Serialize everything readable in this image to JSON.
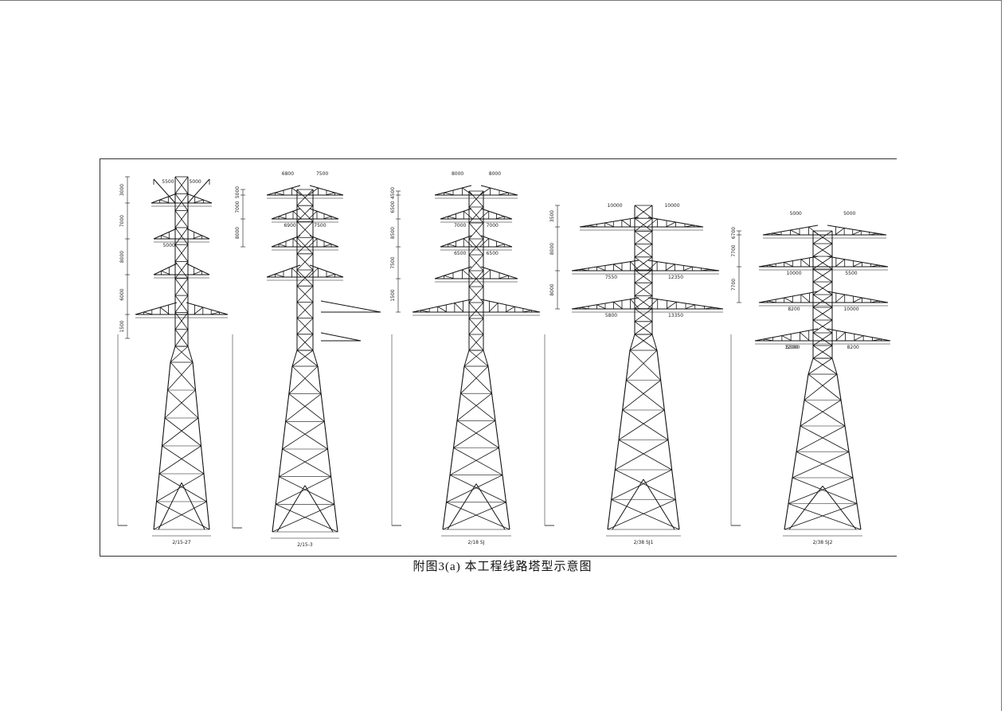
{
  "figure": {
    "caption": "附图3(a) 本工程线路塔型示意图"
  },
  "towers": [
    {
      "name": "2/15-27",
      "arm_labels": [
        "5500",
        "5000",
        "5000"
      ],
      "height_labels": [
        "3000",
        "7000",
        "8000",
        "6000",
        "1500"
      ],
      "outriggers": false
    },
    {
      "name": "2/15-3",
      "arm_labels": [
        "6800",
        "7500",
        "6900",
        "7500"
      ],
      "height_labels": [
        "5000",
        "7000",
        "8000"
      ],
      "outriggers": true
    },
    {
      "name": "2/18 SJ",
      "arm_labels": [
        "8000",
        "8000",
        "7000",
        "7000",
        "6500",
        "6500"
      ],
      "height_labels": [
        "4500",
        "6500",
        "8500",
        "7500",
        "1500"
      ],
      "outriggers": false
    },
    {
      "name": "2/38 SJ1",
      "arm_labels": [
        "10000",
        "10000",
        "7550",
        "12350",
        "5800",
        "13350"
      ],
      "height_labels": [
        "3500",
        "8000",
        "8000"
      ],
      "outriggers": false
    },
    {
      "name": "2/38 SJ2",
      "arm_labels": [
        "5000",
        "5000",
        "10000",
        "5500",
        "8200",
        "10000",
        "5500",
        "8200",
        "12000"
      ],
      "height_labels": [
        "6700",
        "7700",
        "7700"
      ],
      "outriggers": false
    }
  ]
}
